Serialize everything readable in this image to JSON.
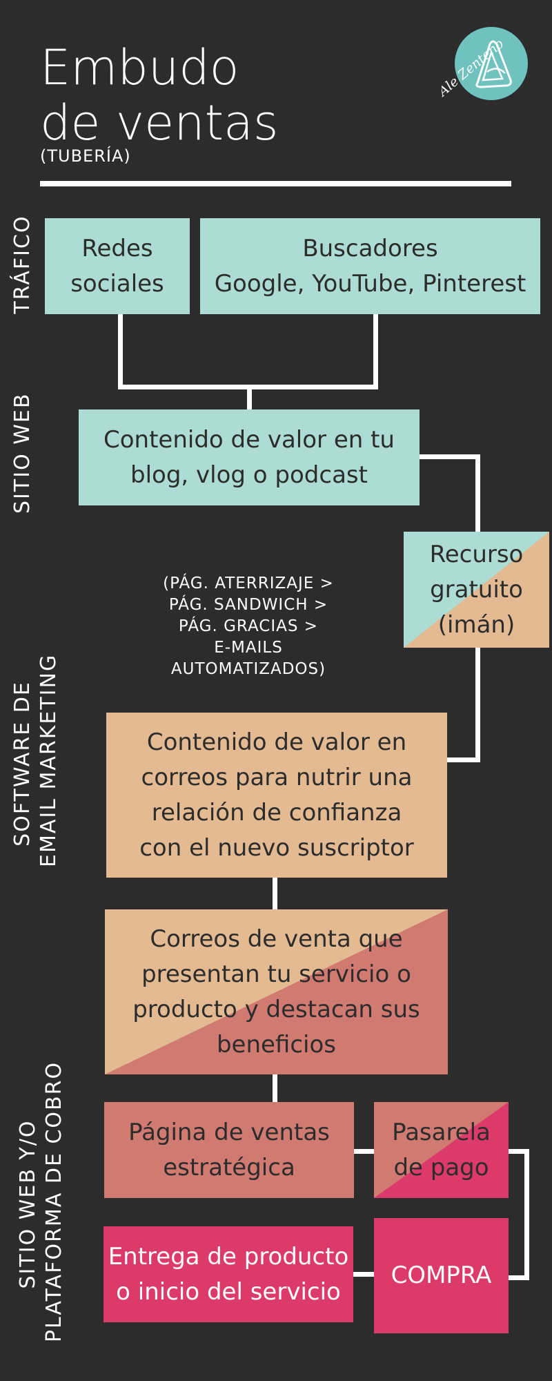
{
  "header": {
    "title_line1": "Embudo",
    "title_line2": "de ventas",
    "subtitle": "(TUBERÍA)",
    "logo_text": "Ale Zenteno"
  },
  "sections": {
    "traffic": "TRÁFICO",
    "website": "SITIO WEB",
    "email_line1": "SOFTWARE DE",
    "email_line2": "EMAIL MARKETING",
    "payment_line1": "SITIO WEB Y/O",
    "payment_line2": "PLATAFORMA DE COBRO"
  },
  "boxes": {
    "social": [
      "Redes",
      "sociales"
    ],
    "search": [
      "Buscadores",
      "Google, YouTube, Pinterest"
    ],
    "content": [
      "Contenido de valor en tu",
      "blog, vlog o podcast"
    ],
    "freebie": [
      "Recurso",
      "gratuito",
      "(imán)"
    ],
    "nurture": [
      "Contenido de valor en",
      "correos para nutrir una",
      "relación de confianza",
      "con el nuevo suscriptor"
    ],
    "sales_emails": [
      "Correos de venta que",
      "presentan tu servicio o",
      "producto y destacan sus",
      "beneficios"
    ],
    "sales_page": [
      "Página de ventas",
      "estratégica"
    ],
    "gateway": [
      "Pasarela",
      "de pago"
    ],
    "delivery": [
      "Entrega de producto",
      "o inicio del servicio"
    ],
    "purchase": "COMPRA"
  },
  "note": [
    "(PÁG. ATERRIZAJE >",
    "PÁG. SANDWICH >",
    "PÁG. GRACIAS >",
    "E-MAILS",
    "AUTOMATIZADOS)"
  ],
  "colors": {
    "background": "#2c2c2c",
    "teal": "#acdcd3",
    "tan": "#e3ba91",
    "coral": "#d07a71",
    "pink": "#dc3a6b",
    "connector": "#ffffff"
  }
}
